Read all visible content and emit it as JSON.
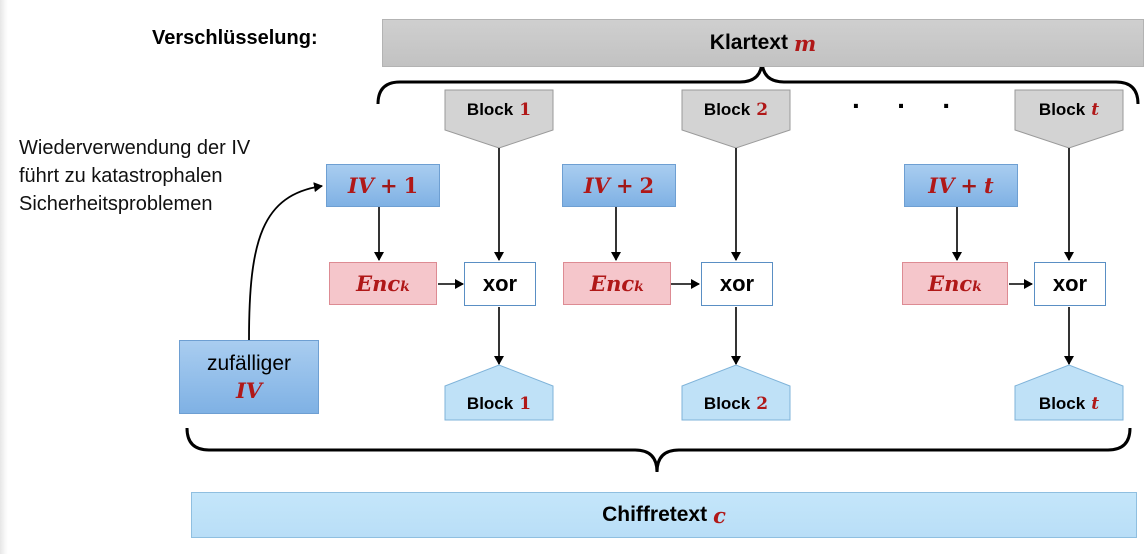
{
  "heading": "Verschlüsselung:",
  "plaintext": {
    "label": "Klartext",
    "var": "m"
  },
  "ciphertext": {
    "label": "Chiffretext",
    "var": "c"
  },
  "note": [
    "Wiederverwendung der IV",
    "führt zu katastrophalen",
    "Sicherheitsproblemen"
  ],
  "random_iv": {
    "line1": "zufälliger",
    "line2": "IV"
  },
  "dots": "· · ·",
  "columns": [
    {
      "iv": "IV",
      "op": "+",
      "n": "1",
      "enc": "Enc",
      "enc_sub": "k",
      "xor": "xor",
      "block_label": "Block",
      "block_num": "1"
    },
    {
      "iv": "IV",
      "op": "+",
      "n": "2",
      "enc": "Enc",
      "enc_sub": "k",
      "xor": "xor",
      "block_label": "Block",
      "block_num": "2"
    },
    {
      "iv": "IV",
      "op": "+",
      "n": "t",
      "enc": "Enc",
      "enc_sub": "k",
      "xor": "xor",
      "block_label": "Block",
      "block_num": "t"
    }
  ],
  "colors": {
    "variable_red": "#b01818",
    "iv_box": "#7fb1e4",
    "enc_box": "#f5c6cb",
    "plain_shape": "#d3d3d3",
    "cipher_shape": "#b9def7"
  }
}
